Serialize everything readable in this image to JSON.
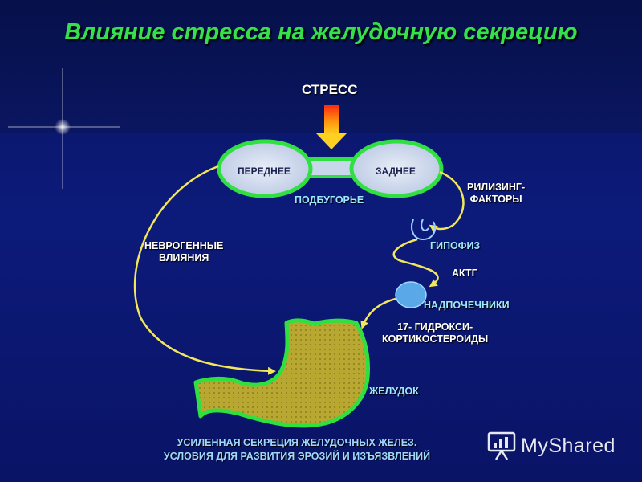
{
  "title": "Влияние стресса на желудочную секрецию",
  "labels": {
    "stress": "СТРЕСС",
    "anterior": "ПЕРЕДНЕЕ",
    "posterior": "ЗАДНЕЕ",
    "hypothalamus": "ПОДБУГОРЬЕ",
    "releasing_line1": "РИЛИЗИНГ-",
    "releasing_line2": "ФАКТОРЫ",
    "pituitary": "ГИПОФИЗ",
    "acth": "АКТГ",
    "adrenals": "НАДПОЧЕЧНИКИ",
    "corticosteroids_line1": "17- ГИДРОКСИ-",
    "corticosteroids_line2": "КОРТИКОСТЕРОИДЫ",
    "neurogenic_line1": "НЕВРОГЕННЫЕ",
    "neurogenic_line2": "ВЛИЯНИЯ",
    "stomach": "ЖЕЛУДОК"
  },
  "bottom_text": {
    "line1": "УСИЛЕННАЯ СЕКРЕЦИЯ ЖЕЛУДОЧНЫХ ЖЕЛЕЗ.",
    "line2": "УСЛОВИЯ ДЛЯ РАЗВИТИЯ ЭРОЗИЙ И ИЗЪЯЗВЛЕНИЙ"
  },
  "watermark": {
    "brand": "MyShared",
    "icon": "presentation-board-icon"
  },
  "colors": {
    "title": "#35e04a",
    "curve": "#f4e65a",
    "organ_outline": "#2fe040",
    "stomach_fill": "#b8a832",
    "adrenal_fill": "#5aa8e8"
  }
}
